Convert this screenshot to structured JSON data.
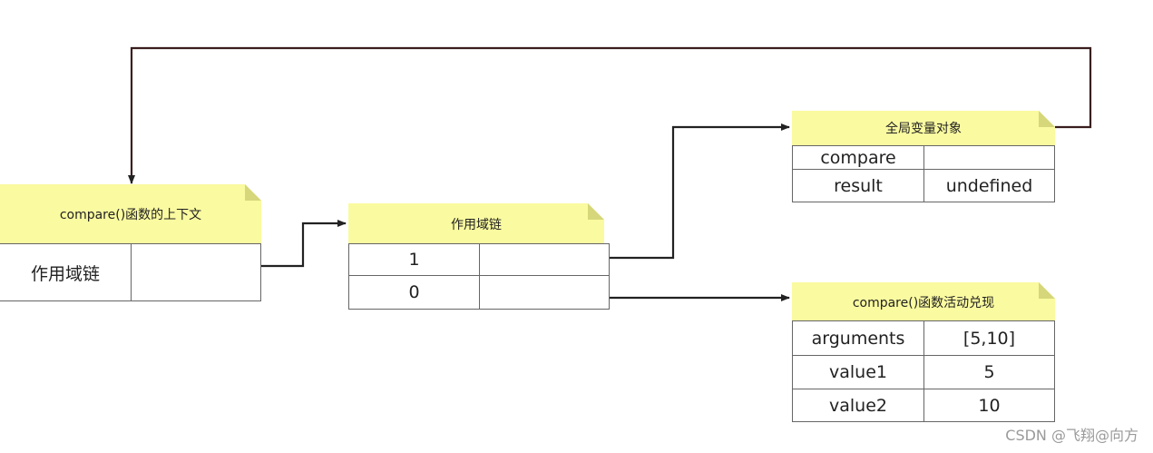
{
  "context": {
    "title": "compare()函数的上下文",
    "row_label": "作用域链",
    "row_value": ""
  },
  "scope_chain": {
    "title": "作用域链",
    "rows": [
      {
        "index": "1",
        "value": ""
      },
      {
        "index": "0",
        "value": ""
      }
    ]
  },
  "global_object": {
    "title": "全局变量对象",
    "rows": [
      {
        "key": "compare",
        "value": ""
      },
      {
        "key": "result",
        "value": "undefined"
      }
    ]
  },
  "activation_object": {
    "title": "compare()函数活动兑现",
    "rows": [
      {
        "key": "arguments",
        "value": "[5,10]"
      },
      {
        "key": "value1",
        "value": "5"
      },
      {
        "key": "value2",
        "value": "10"
      }
    ]
  },
  "watermark": "CSDN @飞翔@向方",
  "colors": {
    "note_fill": "#fafaa0",
    "note_fold": "#d6d67a",
    "border": "#666666",
    "arrow": "#222222",
    "loop_line": "#3a1e1e"
  }
}
